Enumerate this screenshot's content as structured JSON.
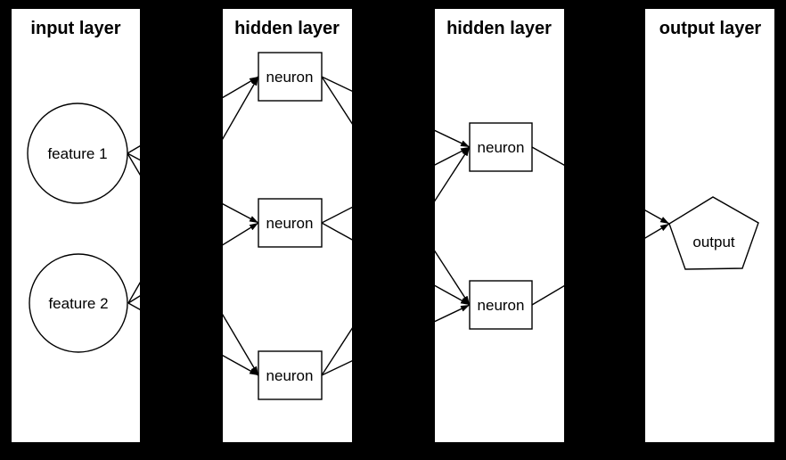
{
  "diagram": {
    "type": "neural-network-graph",
    "colors": {
      "background": "#000000",
      "panel": "#ffffff",
      "stroke": "#000000",
      "text": "#000000"
    },
    "layers": [
      {
        "title": "input layer",
        "nodes": [
          {
            "id": "feature1",
            "label": "feature 1",
            "shape": "circle"
          },
          {
            "id": "feature2",
            "label": "feature 2",
            "shape": "circle"
          }
        ]
      },
      {
        "title": "hidden layer",
        "nodes": [
          {
            "id": "hidden1_neuron1",
            "label": "neuron",
            "shape": "box"
          },
          {
            "id": "hidden1_neuron2",
            "label": "neuron",
            "shape": "box"
          },
          {
            "id": "hidden1_neuron3",
            "label": "neuron",
            "shape": "box"
          }
        ]
      },
      {
        "title": "hidden layer",
        "nodes": [
          {
            "id": "hidden2_neuron1",
            "label": "neuron",
            "shape": "box"
          },
          {
            "id": "hidden2_neuron2",
            "label": "neuron",
            "shape": "box"
          }
        ]
      },
      {
        "title": "output layer",
        "nodes": [
          {
            "id": "output",
            "label": "output",
            "shape": "pentagon"
          }
        ]
      }
    ],
    "edges": [
      {
        "from": "feature1",
        "to": "hidden1_neuron1"
      },
      {
        "from": "feature1",
        "to": "hidden1_neuron2"
      },
      {
        "from": "feature1",
        "to": "hidden1_neuron3"
      },
      {
        "from": "feature2",
        "to": "hidden1_neuron1"
      },
      {
        "from": "feature2",
        "to": "hidden1_neuron2"
      },
      {
        "from": "feature2",
        "to": "hidden1_neuron3"
      },
      {
        "from": "hidden1_neuron1",
        "to": "hidden2_neuron1"
      },
      {
        "from": "hidden1_neuron1",
        "to": "hidden2_neuron2"
      },
      {
        "from": "hidden1_neuron2",
        "to": "hidden2_neuron1"
      },
      {
        "from": "hidden1_neuron2",
        "to": "hidden2_neuron2"
      },
      {
        "from": "hidden1_neuron3",
        "to": "hidden2_neuron1"
      },
      {
        "from": "hidden1_neuron3",
        "to": "hidden2_neuron2"
      },
      {
        "from": "hidden2_neuron1",
        "to": "output"
      },
      {
        "from": "hidden2_neuron2",
        "to": "output"
      }
    ]
  }
}
